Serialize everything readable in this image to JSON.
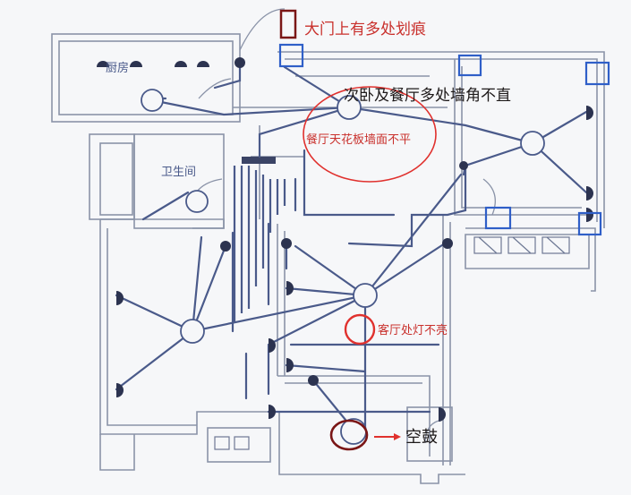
{
  "plan": {
    "room_labels": {
      "kitchen": "厨房",
      "bathroom": "卫生间"
    }
  },
  "annotations": {
    "door_scratches": "大门上有多处划痕",
    "wall_corners": "次卧及餐厅多处墙角不直",
    "ceiling_uneven": "餐厅天花板墙面不平",
    "living_light": "客厅处灯不亮",
    "hollow": "空鼓"
  },
  "colors": {
    "wiring": "#4a5a8a",
    "wall": "#8a93a8",
    "blue_box": "#2f5fc8",
    "red": "#e0312e",
    "dark_red": "#7a1616",
    "text_red": "#c9302c",
    "text_dark": "#1e1a1a"
  }
}
